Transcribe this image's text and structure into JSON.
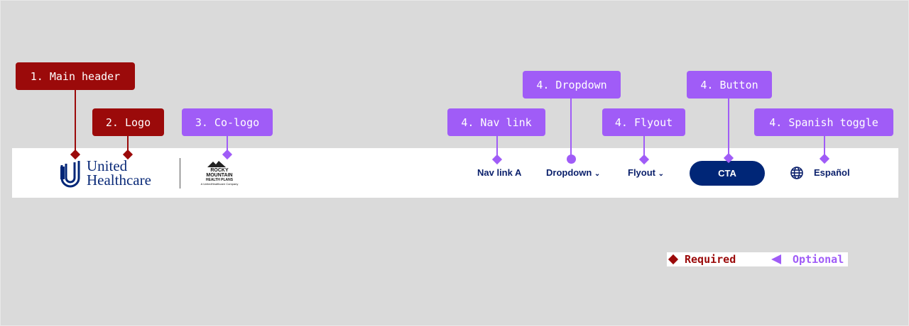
{
  "annotations": {
    "main_header": "1. Main header",
    "logo": "2. Logo",
    "co_logo": "3. Co-logo",
    "nav_link": "4. Nav link",
    "dropdown": "4. Dropdown",
    "flyout": "4. Flyout",
    "button": "4. Button",
    "spanish_toggle": "4. Spanish toggle"
  },
  "header": {
    "logo_line1": "United",
    "logo_line2": "Healthcare",
    "co_logo_line1": "ROCKY MOUNTAIN",
    "co_logo_line2": "HEALTH PLANS",
    "co_logo_line3": "A UnitedHealthcare Company",
    "nav_link": "Nav link A",
    "dropdown": "Dropdown",
    "flyout": "Flyout",
    "cta": "CTA",
    "language": "Español"
  },
  "legend": {
    "required": "Required",
    "optional": "Optional"
  },
  "colors": {
    "required": "#9b0a0a",
    "optional": "#a05cf7",
    "brand": "#002677"
  }
}
